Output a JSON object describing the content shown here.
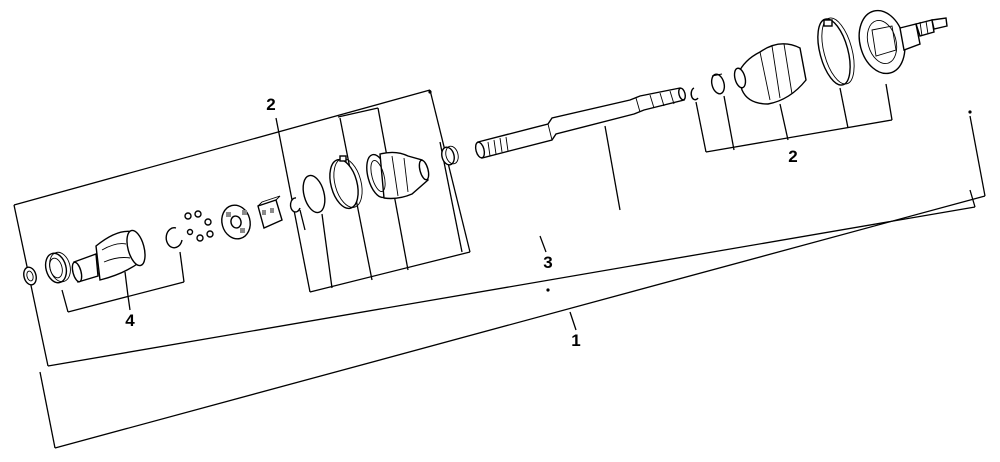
{
  "diagram": {
    "type": "exploded-parts-diagram",
    "callouts": [
      {
        "id": "1",
        "label": "1"
      },
      {
        "id": "2a",
        "label": "2"
      },
      {
        "id": "2b",
        "label": "2"
      },
      {
        "id": "3",
        "label": "3"
      },
      {
        "id": "4",
        "label": "4"
      }
    ]
  }
}
